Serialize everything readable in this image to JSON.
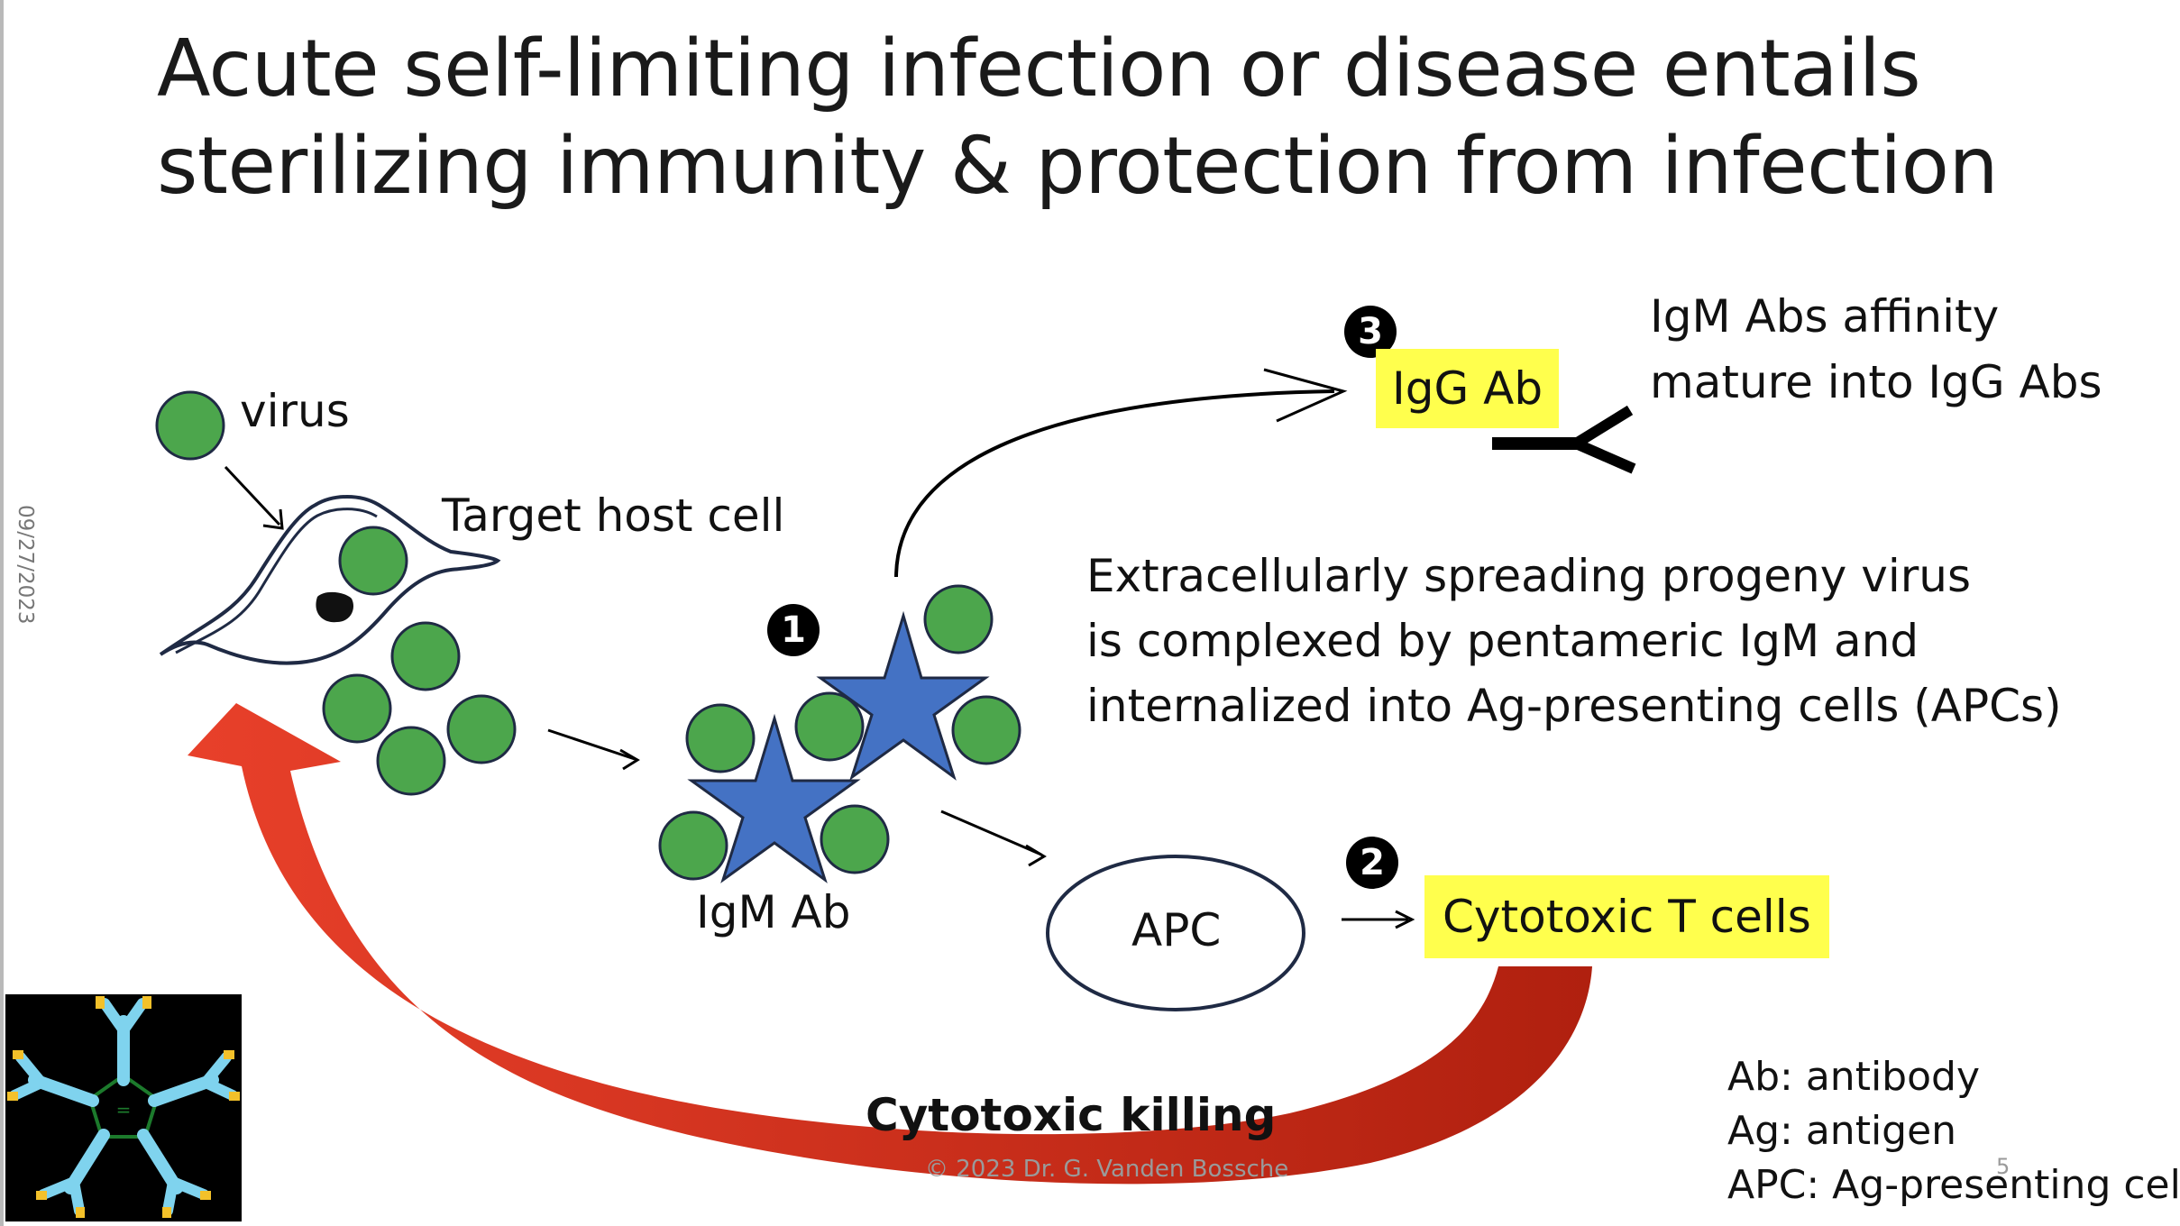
{
  "slide": {
    "title_line1": "Acute self-limiting infection or disease entails",
    "title_line2": "sterilizing immunity & protection from infection",
    "date": "09/27/2023",
    "footer_copyright": "© 2023 Dr. G. Vanden Bossche",
    "page_number": "5"
  },
  "diagram": {
    "virus_label": "virus",
    "target_cell_label": "Target host cell",
    "igm_label": "IgM Ab",
    "apc_label": "APC",
    "igg_label": "IgG Ab",
    "ctl_label": "Cytotoxic T cells",
    "killing_label": "Cytotoxic killing",
    "badge_1": "1",
    "badge_2": "2",
    "badge_3": "3",
    "igg_note_line1": "IgM Abs affinity",
    "igg_note_line2": "mature into IgG Abs",
    "spread_line1": "Extracellularly spreading progeny virus",
    "spread_line2": "is complexed by pentameric IgM and",
    "spread_line3": "internalized into Ag-presenting cells (APCs)",
    "legend_ab": "Ab: antibody",
    "legend_ag": "Ag: antigen",
    "legend_apc": "APC: Ag-presenting cell"
  },
  "colors": {
    "virus_fill": "#4ca64c",
    "star_fill": "#4472c4",
    "highlight": "#ffff4d",
    "arrow_red": "#e03a24",
    "arrow_dark_red": "#a31b12",
    "outline": "#1f2a44"
  }
}
